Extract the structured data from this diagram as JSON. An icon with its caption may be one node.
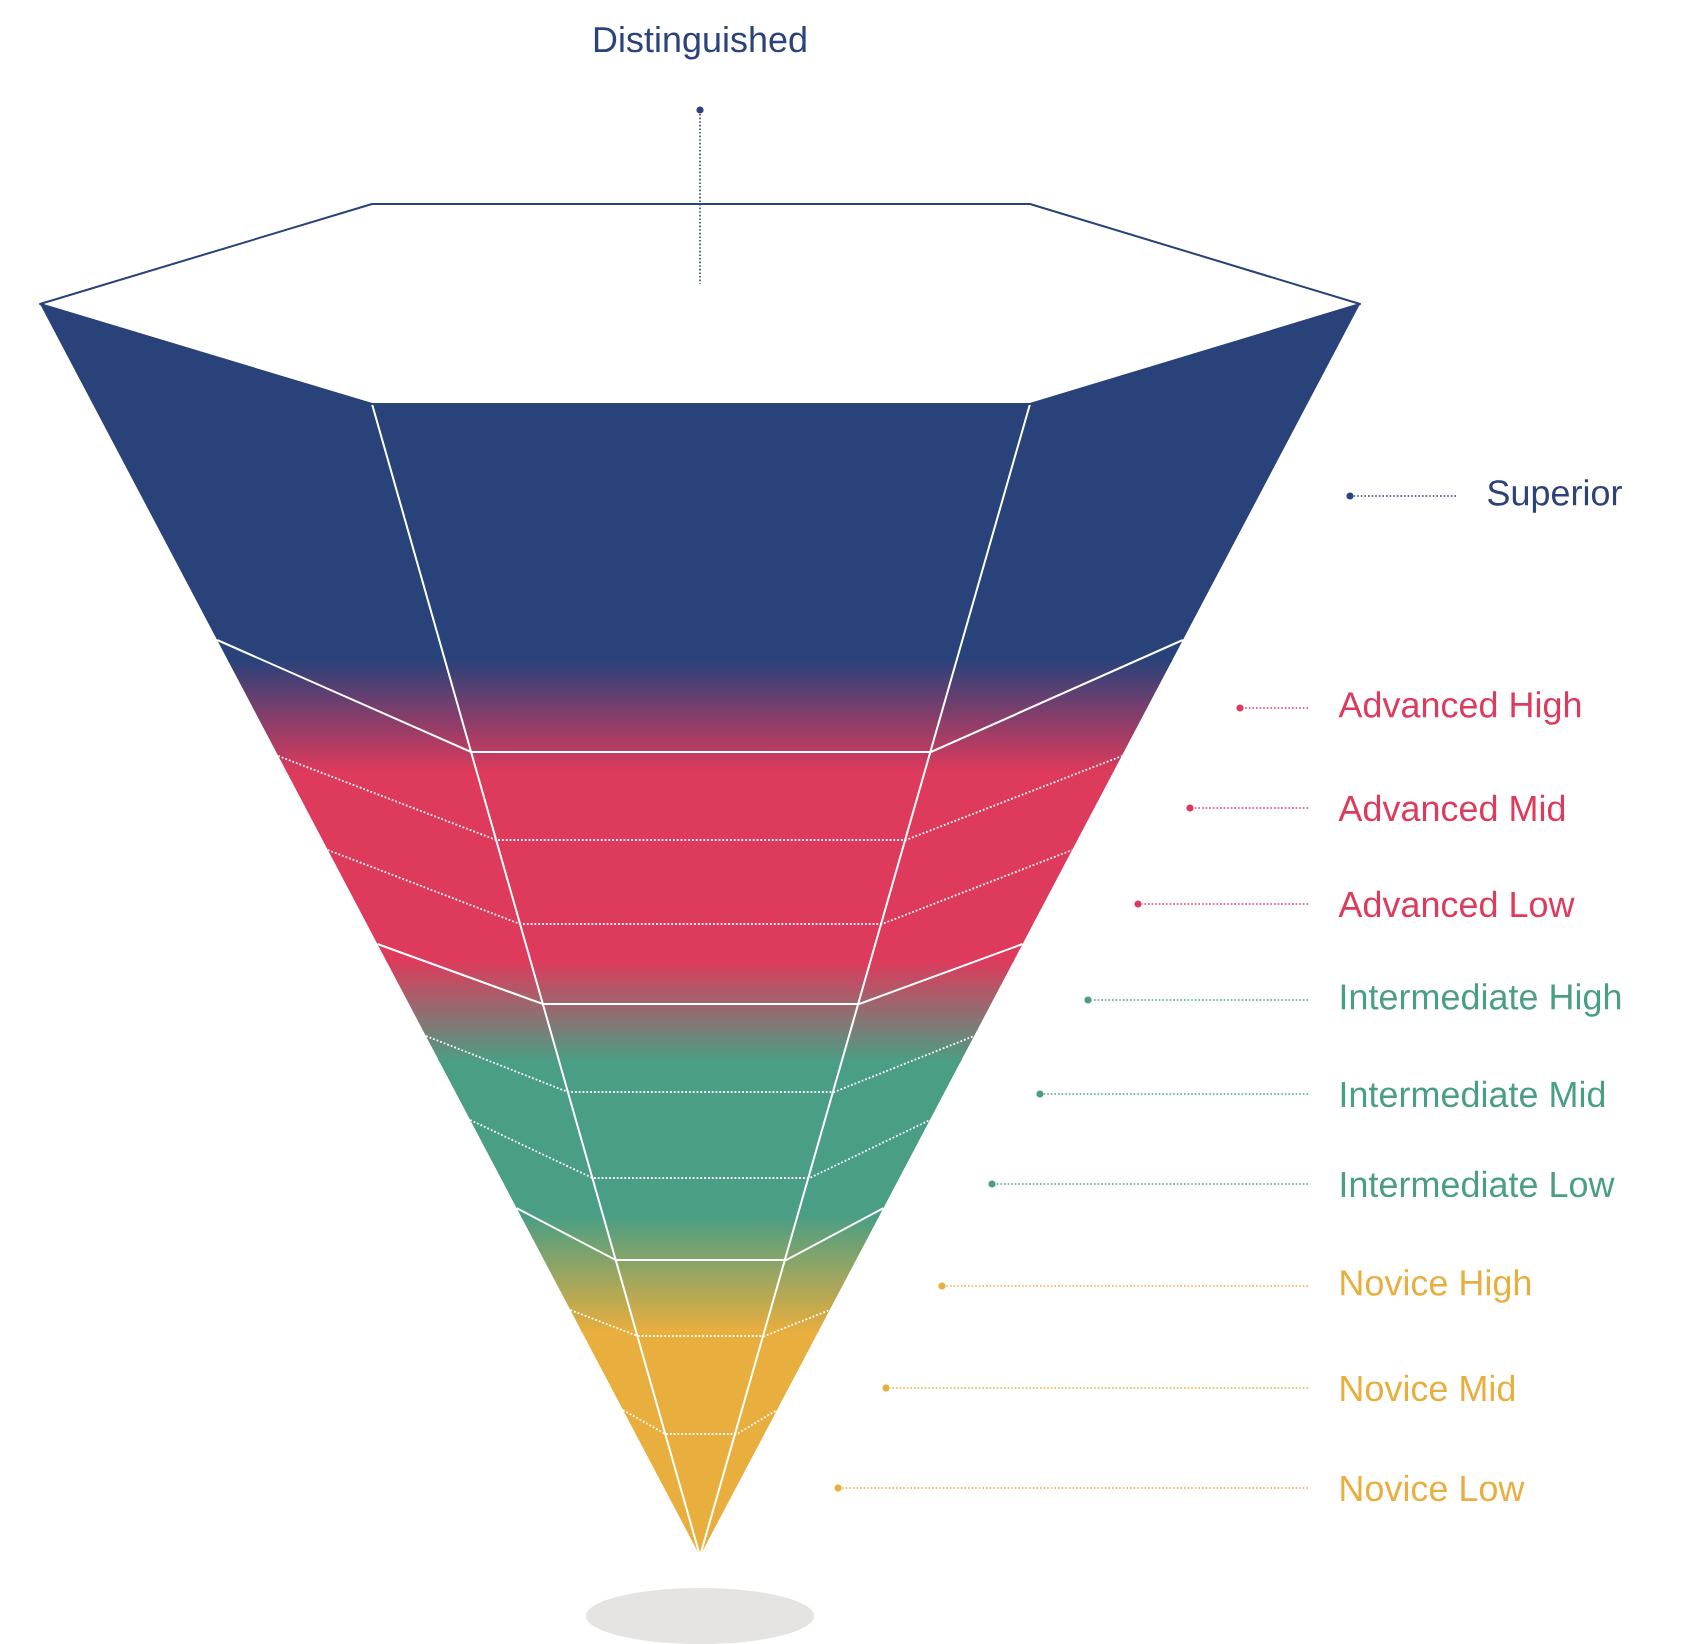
{
  "diagram": {
    "nodes": [
      {
        "text": [
          "Distinguished"
        ]
      },
      {
        "text": [
          "Superior"
        ]
      },
      {
        "text": [
          "Advanced High"
        ]
      },
      {
        "text": [
          "Advanced Mid"
        ]
      },
      {
        "text": [
          "Advanced Low"
        ]
      },
      {
        "text": [
          "Intermediate High"
        ]
      },
      {
        "text": [
          "Intermediate Mid"
        ]
      },
      {
        "text": [
          "Intermediate Low"
        ]
      },
      {
        "text": [
          "Novice High"
        ]
      },
      {
        "text": [
          "Novice Mid"
        ]
      },
      {
        "text": [
          "Novice Low"
        ]
      },
      {
        "text": [],
        "shape": "circle"
      },
      {
        "text": [],
        "shape": "circle"
      },
      {
        "text": [],
        "shape": "circle"
      },
      {
        "text": [],
        "shape": "circle"
      },
      {
        "text": [],
        "shape": "circle"
      },
      {
        "text": [],
        "shape": "circle"
      },
      {
        "text": [],
        "shape": "circle"
      },
      {
        "text": [],
        "shape": "circle"
      },
      {
        "text": [],
        "shape": "circle"
      },
      {
        "text": [],
        "shape": "circle"
      }
    ],
    "edges": [
      {
        "from": 0,
        "to": null,
        "arrow": "none",
        "color": "#2c4379"
      },
      {
        "from": 1,
        "to": 11,
        "arrow": "none",
        "color": "#2c4379"
      },
      {
        "from": 2,
        "to": 12,
        "arrow": "none",
        "color": "#de3a5c"
      },
      {
        "from": 3,
        "to": 13,
        "arrow": "none",
        "color": "#de3a5c"
      },
      {
        "from": 4,
        "to": 14,
        "arrow": "none",
        "color": "#de3a5c"
      },
      {
        "from": 5,
        "to": 15,
        "arrow": "none",
        "color": "#4a9e84"
      },
      {
        "from": 6,
        "to": 16,
        "arrow": "none",
        "color": "#4a9e84"
      },
      {
        "from": 7,
        "to": 17,
        "arrow": "none",
        "color": "#4a9e84"
      },
      {
        "from": 8,
        "to": 18,
        "arrow": "none",
        "color": "#e8ae3e"
      },
      {
        "from": 9,
        "to": 19,
        "arrow": "none",
        "color": "#e8ae3e"
      },
      {
        "from": 10,
        "to": 20,
        "arrow": "none",
        "color": "#e8ae3e"
      }
    ]
  }
}
